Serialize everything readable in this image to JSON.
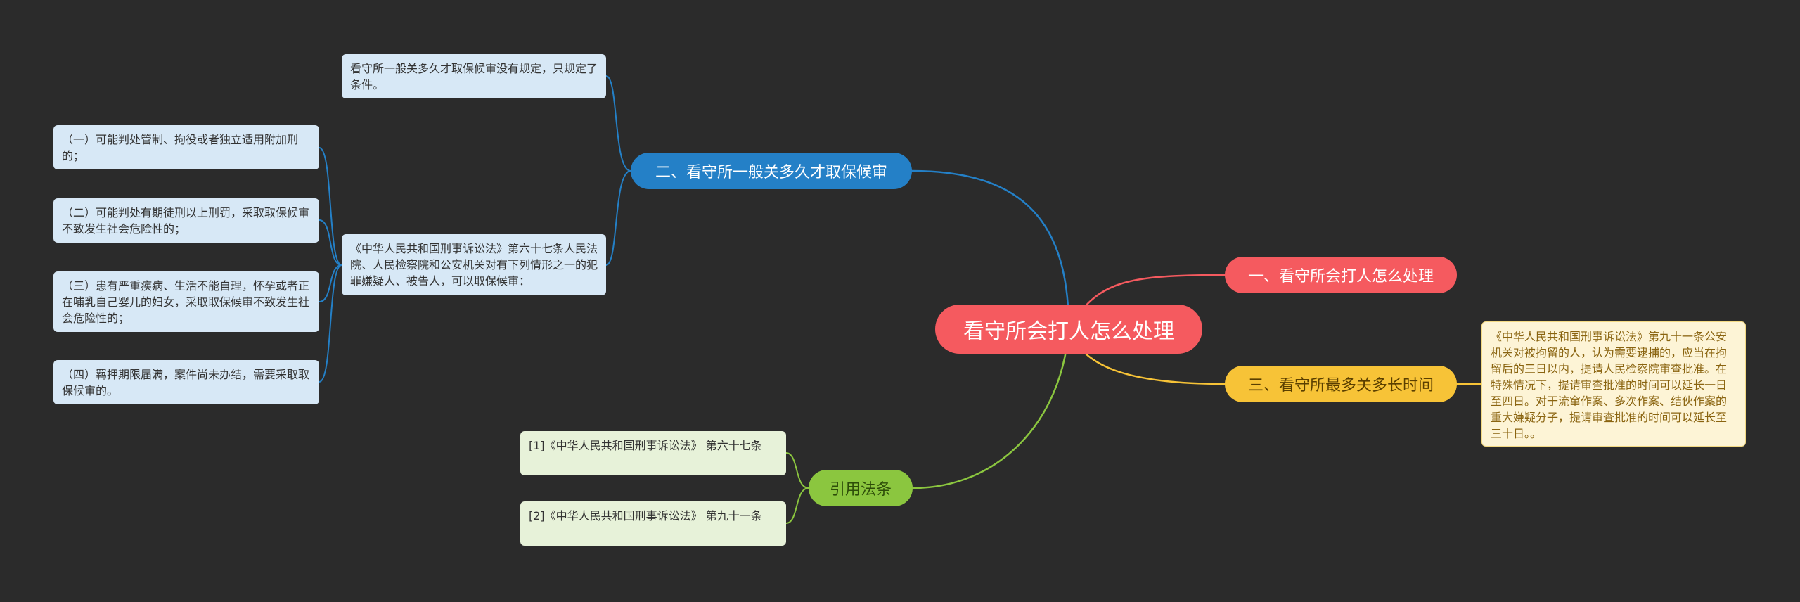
{
  "colors": {
    "background": "#2b2b2b",
    "red": "#f55a5f",
    "yellow": "#f7c337",
    "blue": "#2480c7",
    "green": "#8bc63f",
    "leaf_blue": "#d7e8f6",
    "leaf_green": "#e7f2d9",
    "leaf_yellow": "#fdf4d6"
  },
  "mindmap": {
    "root": "看守所会打人怎么处理",
    "branches": {
      "red": {
        "label": "一、看守所会打人怎么处理"
      },
      "yellow": {
        "label": "三、看守所最多关多长时间",
        "note": "《中华人民共和国刑事诉讼法》第九十一条公安机关对被拘留的人，认为需要逮捕的，应当在拘留后的三日以内，提请人民检察院审查批准。在特殊情况下，提请审查批准的时间可以延长一日至四日。对于流窜作案、多次作案、结伙作案的重大嫌疑分子，提请审查批准的时间可以延长至三十日。。"
      },
      "blue": {
        "label": "二、看守所一般关多久才取保候审",
        "children": [
          "看守所一般关多久才取保候审没有规定，只规定了条件。",
          "《中华人民共和国刑事诉讼法》第六十七条人民法院、人民检察院和公安机关对有下列情形之一的犯罪嫌疑人、被告人，可以取保候审："
        ],
        "conditions": [
          "（一）可能判处管制、拘役或者独立适用附加刑的；",
          "（二）可能判处有期徒刑以上刑罚，采取取保候审不致发生社会危险性的；",
          "（三）患有严重疾病、生活不能自理，怀孕或者正在哺乳自己婴儿的妇女，采取取保候审不致发生社会危险性的；",
          "（四）羁押期限届满，案件尚未办结，需要采取取保候审的。"
        ]
      },
      "green": {
        "label": "引用法条",
        "children": [
          "[1]《中华人民共和国刑事诉讼法》 第六十七条",
          "[2]《中华人民共和国刑事诉讼法》 第九十一条"
        ]
      }
    }
  }
}
